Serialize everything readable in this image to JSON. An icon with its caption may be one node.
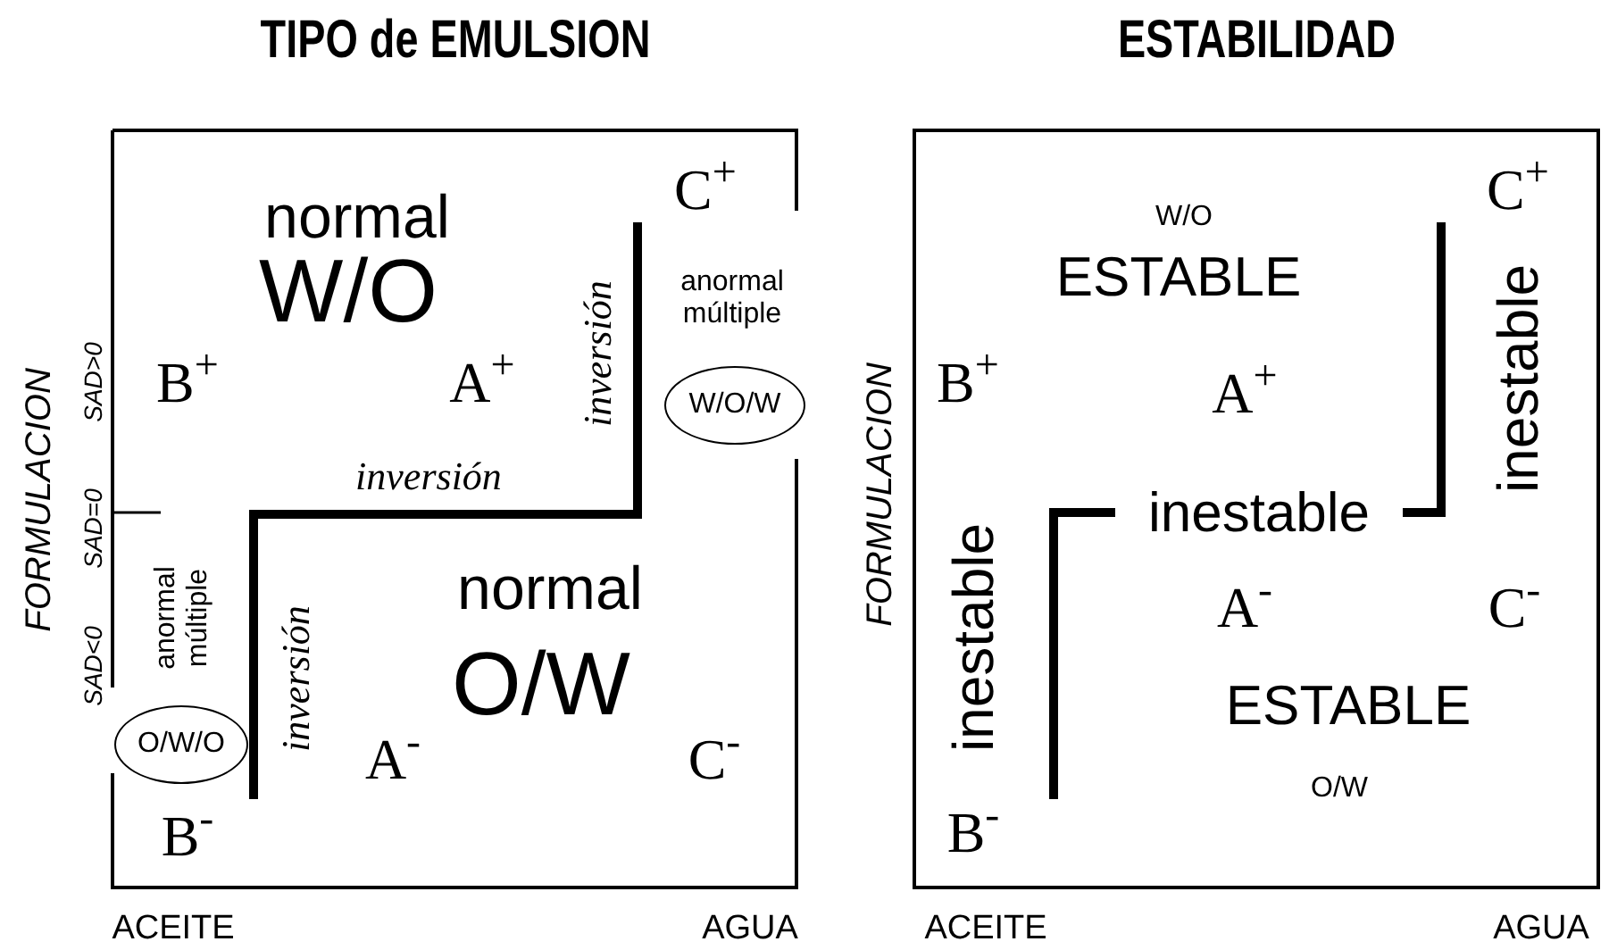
{
  "diagram": {
    "nodes": [
      {
        "text": [
          "TIPO de EMULSION"
        ]
      },
      {
        "text": [
          "W/O/W"
        ],
        "in": 0
      },
      {
        "text": [
          "O/W/O"
        ],
        "in": 0
      },
      {
        "text": [
          "ESTABILIDAD"
        ]
      }
    ],
    "labels": [
      "normal",
      "W/O",
      "C$^{+}$",
      "inversión",
      "anormal múltiple",
      "FORMULACION",
      "SAD>0",
      "B$^{+}$",
      "A$^{+}$",
      "inversión",
      "SAD=0",
      "SAD<0",
      "anormal múltiple",
      "inversión",
      "normal",
      "O/W",
      "A$^{-}$",
      "C$^{-}$",
      "B$^{-}$",
      "ACEITE",
      "AGUA",
      "W/O",
      "C$^{+}$",
      "ESTABLE",
      "inestable",
      "FORMULACION",
      "B$^{+}$",
      "A$^{+}$",
      "inestable",
      "A$^{-}$",
      "C$^{-}$",
      "inestable",
      "ESTABLE",
      "O/W",
      "B$^{-}$",
      "ACEITE",
      "AGUA"
    ]
  }
}
